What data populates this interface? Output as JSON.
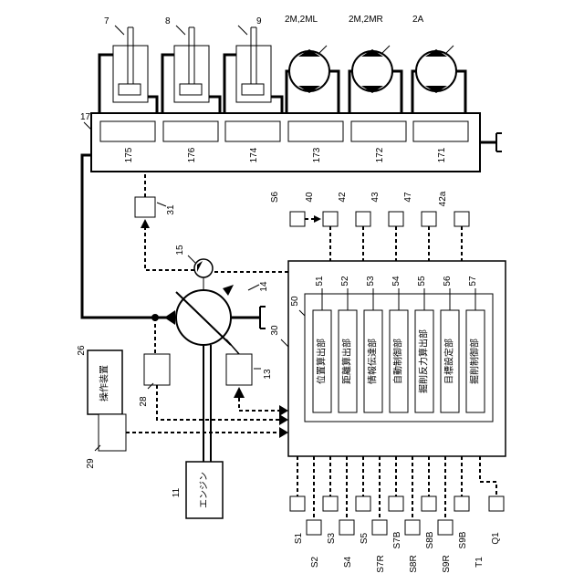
{
  "actuators": {
    "cyl_7": "7",
    "cyl_8": "8",
    "cyl_9": "9",
    "motor_2m_l": "2M,2ML",
    "motor_2m_r": "2M,2MR",
    "motor_2a": "2A"
  },
  "valve_block": {
    "ref": "17",
    "spools": [
      "175",
      "176",
      "174",
      "173",
      "172",
      "171"
    ]
  },
  "pump": {
    "ref": "14"
  },
  "pilot_pump": {
    "ref": "15"
  },
  "valve_31": {
    "ref": "31"
  },
  "sensor_28": {
    "ref": "28"
  },
  "sensor_13": {
    "ref": "13"
  },
  "engine": {
    "ref": "11",
    "label": "エンジン"
  },
  "operation_device": {
    "ref": "26",
    "label": "操作装置"
  },
  "unit_29": {
    "ref": "29"
  },
  "controller": {
    "outer_ref": "30",
    "inner_ref": "50",
    "blocks": [
      {
        "ref": "51",
        "label": "位置算出部"
      },
      {
        "ref": "52",
        "label": "距離算出部"
      },
      {
        "ref": "53",
        "label": "情報伝達部"
      },
      {
        "ref": "54",
        "label": "自動制御部"
      },
      {
        "ref": "55",
        "label": "掘削反力算出部"
      },
      {
        "ref": "56",
        "label": "目標設定部"
      },
      {
        "ref": "57",
        "label": "掘削制御部"
      }
    ]
  },
  "top_devices": [
    "S6",
    "40",
    "42",
    "43",
    "47",
    "42a"
  ],
  "bottom_sensors": [
    "S1",
    "S2",
    "S3",
    "S4",
    "S5",
    "S7R",
    "S7B",
    "S8R",
    "S8B",
    "S9R",
    "S9B",
    "T1",
    "Q1"
  ]
}
